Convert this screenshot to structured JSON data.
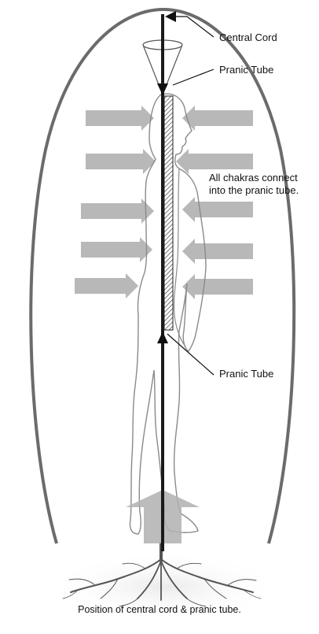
{
  "labels": {
    "central_cord": "Central Cord",
    "pranic_tube_top": "Pranic Tube",
    "chakras_line1": "All chakras connect",
    "chakras_line2": "into the pranic tube.",
    "pranic_tube_bottom": "Pranic Tube",
    "caption": "Position of central cord & pranic tube."
  },
  "colors": {
    "aura_outline": "#6b6b6b",
    "arrow_fill": "#b8b8b8",
    "cord": "#1a1a1a",
    "body_outline": "#8a8a8a",
    "roots": "#555555"
  }
}
